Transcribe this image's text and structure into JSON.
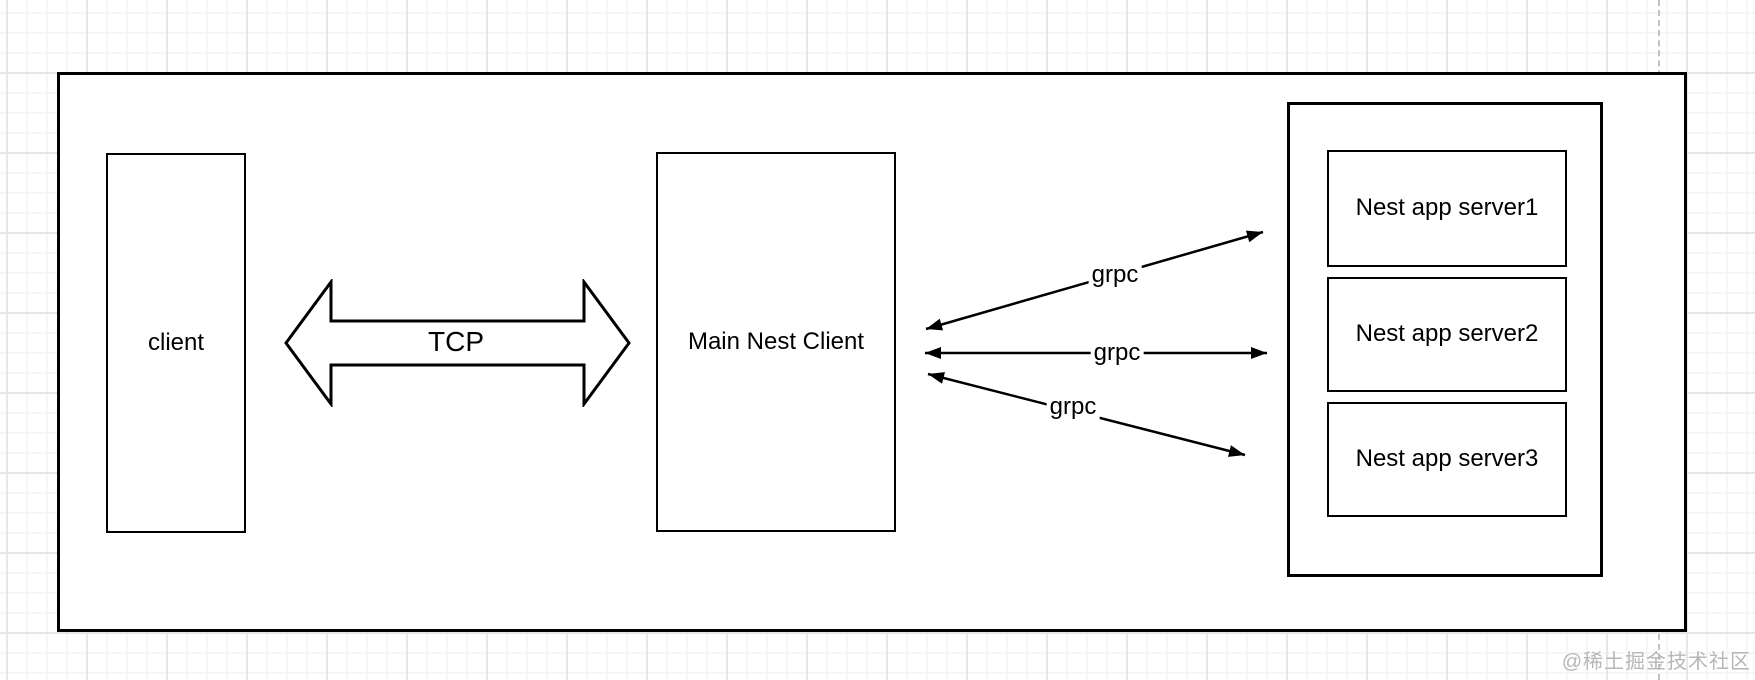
{
  "diagram": {
    "nodes": {
      "client": {
        "label": "client"
      },
      "main": {
        "label": "Main Nest Client"
      },
      "server1": {
        "label": "Nest app server1"
      },
      "server2": {
        "label": "Nest app server2"
      },
      "server3": {
        "label": "Nest app server3"
      }
    },
    "edges": [
      {
        "id": "tcp",
        "label": "TCP",
        "from": "client",
        "to": "main",
        "style": "block-double-arrow"
      },
      {
        "id": "grpc1",
        "label": "grpc",
        "from": "main",
        "to": "server1",
        "style": "double-arrow"
      },
      {
        "id": "grpc2",
        "label": "grpc",
        "from": "main",
        "to": "server2",
        "style": "double-arrow"
      },
      {
        "id": "grpc3",
        "label": "grpc",
        "from": "main",
        "to": "server3",
        "style": "double-arrow"
      }
    ],
    "colors": {
      "stroke": "#000000",
      "shape_fill": "#ffffff",
      "grid_minor": "#f6f6f6",
      "grid_major": "#e7e7e7",
      "page_line": "#c2c2c2",
      "watermark": "#b7b7b7"
    }
  },
  "watermark": {
    "text": "@稀土掘金技术社区"
  }
}
